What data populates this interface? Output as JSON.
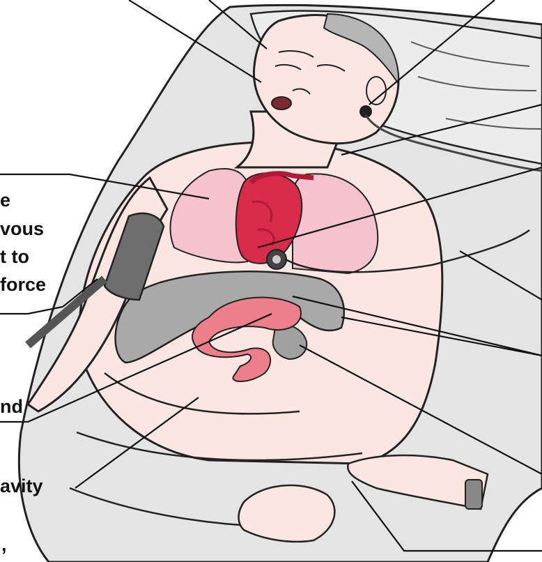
{
  "label_fragments": [
    {
      "id": "frag-1",
      "text": "e"
    },
    {
      "id": "frag-2",
      "text": "vous"
    },
    {
      "id": "frag-3",
      "text": "t to"
    },
    {
      "id": "frag-4",
      "text": "force"
    },
    {
      "id": "frag-5",
      "text": "nd"
    },
    {
      "id": "frag-6",
      "text": "avity"
    },
    {
      "id": "frag-7",
      "text": ","
    }
  ],
  "colors": {
    "bed": "#e4e4e4",
    "skin": "#fbe6e1",
    "lung": "#f4c3ce",
    "heart": "#d92b4a",
    "heart_dark": "#b01a36",
    "stomach": "#a9a9a9",
    "intestine": "#ec7f8a",
    "cuff": "#6e6e6e",
    "hair": "#b5b5b5",
    "leader_line": "#111111"
  }
}
